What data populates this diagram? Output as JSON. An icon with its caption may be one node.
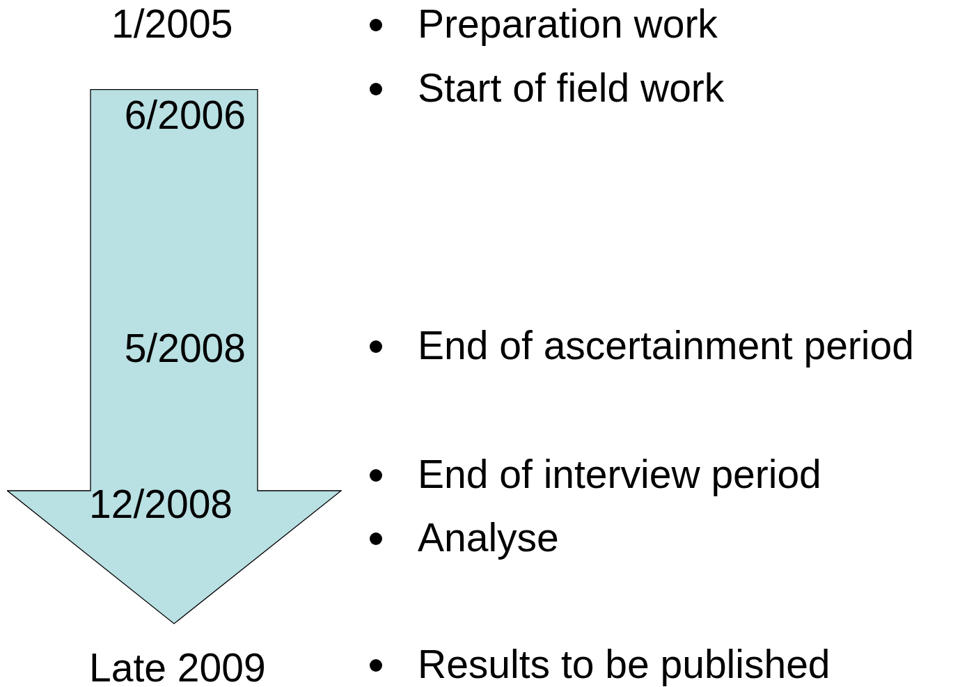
{
  "diagram": {
    "nodes": [
      {
        "text": [
          "6/2006",
          "5/2008",
          "12/2008"
        ]
      }
    ],
    "edges": [],
    "labels": [
      "1/2005",
      "Preparation work",
      "Start of field work",
      "End of ascertainment period",
      "End of interview period",
      "Analyse",
      "Late 2009",
      "Results to be published"
    ]
  }
}
